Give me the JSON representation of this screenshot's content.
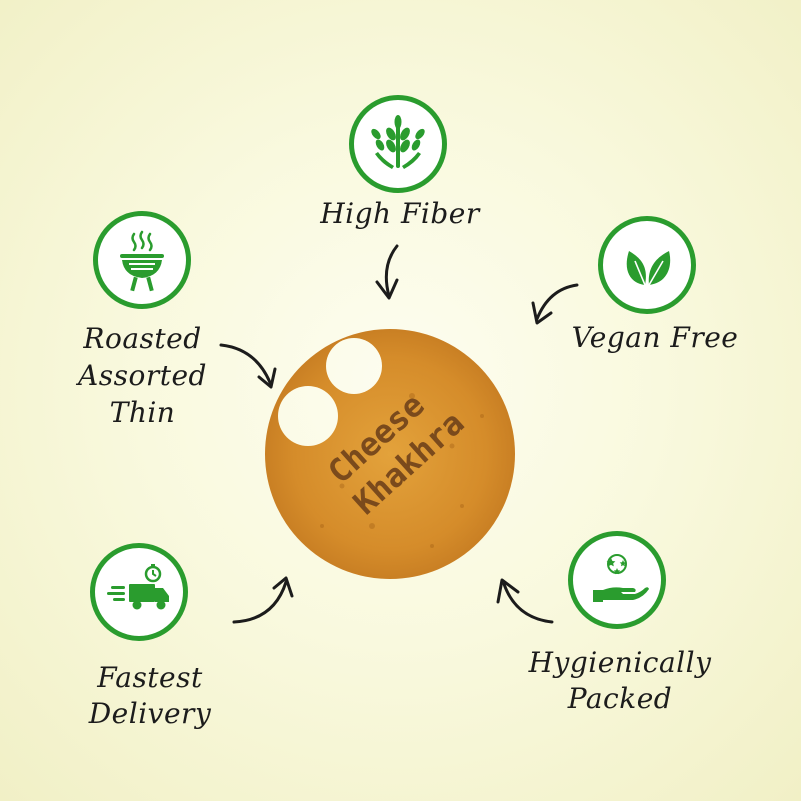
{
  "center": {
    "product_name_line1": "Cheese",
    "product_name_line2": "Khakhra"
  },
  "features": {
    "high_fiber": {
      "label": "High Fiber",
      "icon": "wheat-icon"
    },
    "vegan": {
      "label": "Vegan Free",
      "icon": "leaves-icon"
    },
    "roasted": {
      "line1": "Roasted",
      "line2": "Assorted",
      "line3": "Thin",
      "icon": "grill-icon"
    },
    "delivery": {
      "line1": "Fastest",
      "line2": "Delivery",
      "icon": "delivery-truck-icon"
    },
    "hygienic": {
      "line1": "Hygienically",
      "line2": "Packed",
      "icon": "hand-sparkle-icon"
    }
  },
  "colors": {
    "accent_green": "#2a9c2e",
    "khakhra": "#d9922e",
    "text": "#1c1c1c"
  }
}
